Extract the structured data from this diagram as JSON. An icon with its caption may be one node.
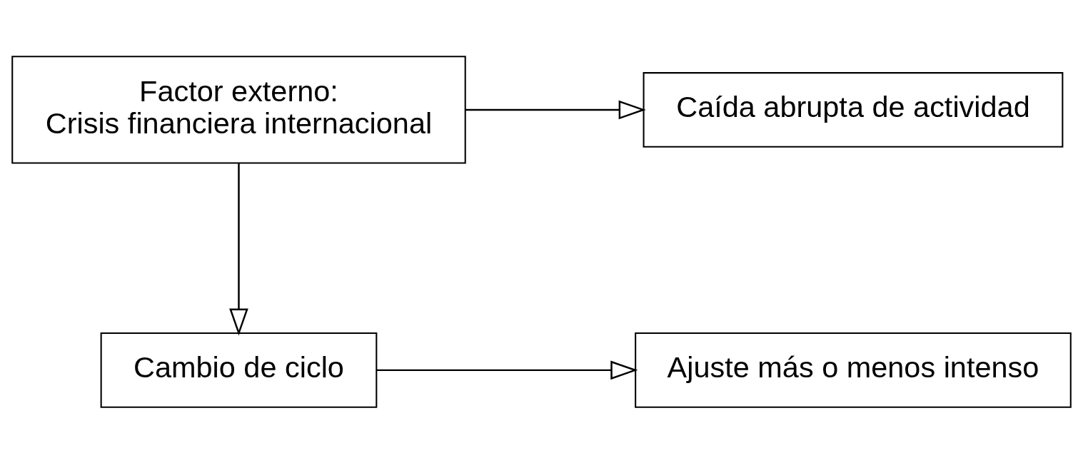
{
  "diagram": {
    "nodes": [
      {
        "text": [
          "Cambio de ciclo"
        ]
      },
      {
        "text": [
          "Ajuste más o menos intenso"
        ]
      },
      {
        "text": [
          "Factor externo:",
          "Crisis financiera internacional"
        ]
      },
      {
        "text": [
          "Caída abrupta de actividad"
        ]
      }
    ],
    "edges": [
      {
        "from": 0,
        "to": 1,
        "arrow": "to"
      },
      {
        "from": 2,
        "to": 0,
        "arrow": "to"
      },
      {
        "from": 2,
        "to": 3,
        "arrow": "to"
      }
    ]
  }
}
